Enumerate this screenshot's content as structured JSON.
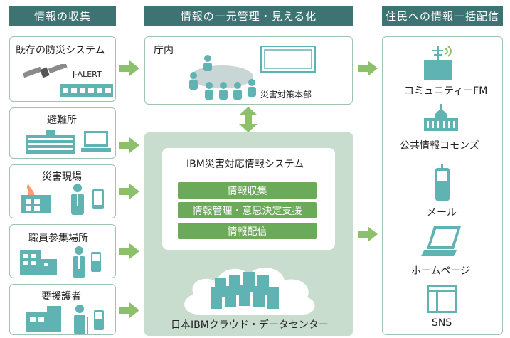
{
  "headers": {
    "left": "情報の収集",
    "middle": "情報の一元管理・見える化",
    "right": "住民への情報一括配信"
  },
  "sources": [
    {
      "label": "既存の防災システム",
      "sublabel": "J-ALERT"
    },
    {
      "label": "避難所"
    },
    {
      "label": "災害現場"
    },
    {
      "label": "職員参集場所"
    },
    {
      "label": "要援護者"
    }
  ],
  "office": {
    "label": "庁内",
    "hq_label": "災害対策本部"
  },
  "system": {
    "title": "IBM災害対応情報システム",
    "functions": [
      "情報収集",
      "情報管理・意思決定支援",
      "情報配信"
    ],
    "cloud_label": "日本IBMクラウド・データセンター"
  },
  "channels": [
    {
      "label": "コミュニティーFM"
    },
    {
      "label": "公共情報コモンズ"
    },
    {
      "label": "メール"
    },
    {
      "label": "ホームページ"
    },
    {
      "label": "SNS"
    }
  ],
  "colors": {
    "header_bg": "#3e7373",
    "arrow": "#8cc06a",
    "icon_teal": "#5fb3b3",
    "panel_bg": "#c9ddcf",
    "bar_green": "#6aaa58"
  }
}
